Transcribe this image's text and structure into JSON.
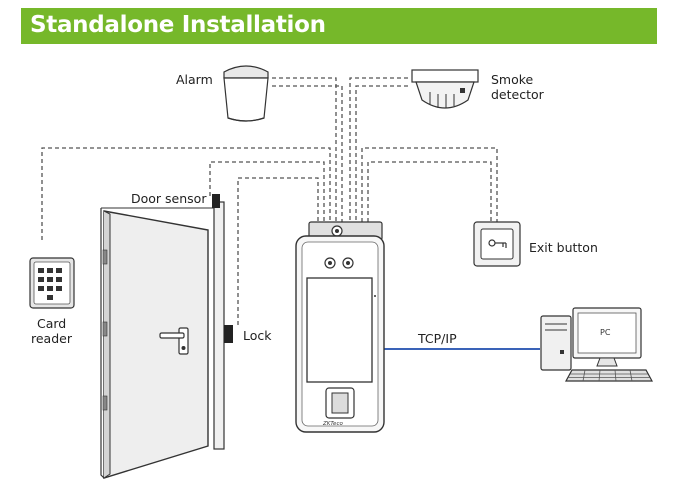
{
  "title": "Standalone Installation",
  "labels": {
    "alarm": "Alarm",
    "smoke_line1": "Smoke",
    "smoke_line2": "detector",
    "door_sensor": "Door sensor",
    "exit_button": "Exit button",
    "card_line1": "Card",
    "card_line2": "reader",
    "lock": "Lock",
    "tcpip": "TCP/IP",
    "pc": "PC",
    "brand": "ZKTeco"
  },
  "colors": {
    "header_bg": "#76b82a",
    "title_text": "#ffffff",
    "tcpip_line": "#3a63b8",
    "wire": "#555555"
  }
}
